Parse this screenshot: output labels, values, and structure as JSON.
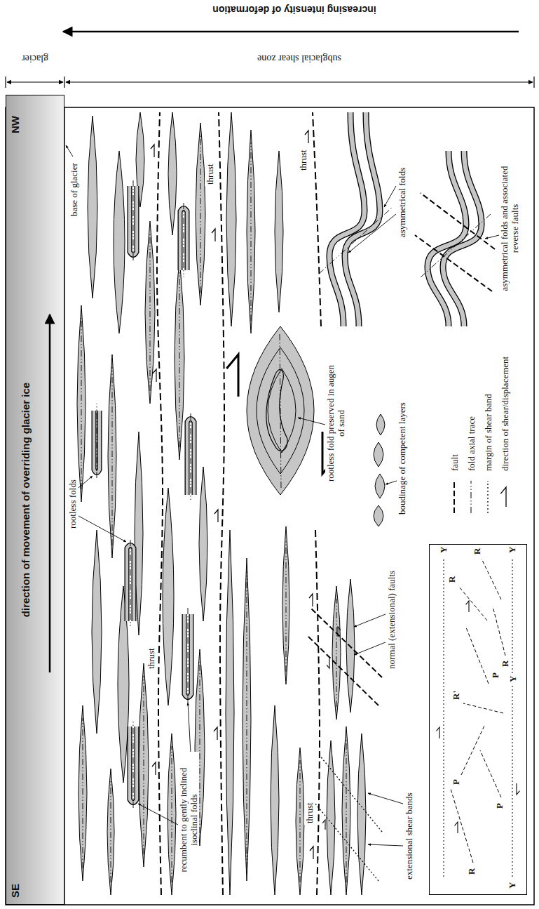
{
  "diagram": {
    "nodes": [
      {
        "text": [
          "direction of movement of overriding glacier ice"
        ]
      },
      {
        "text": [
          "R",
          "Y",
          "P",
          "R'",
          "P",
          "R",
          "R",
          "Y",
          "P",
          "Y",
          "R",
          "Y"
        ]
      }
    ],
    "labels": [
      "increasing intensity of deformation",
      "glacier",
      "subglacial shear zone",
      "SE",
      "NW",
      "base of glacier",
      "rootless folds",
      "recumbent to gently inclined isoclinal folds",
      "thrust",
      "thrust",
      "thrust",
      "thrust",
      "normal (extensional) faults",
      "asymmetrical folds",
      "rootless fold preserved in augen of sand",
      "boudinage of competent layers",
      "asymmetrical folds and associated reverse faults",
      "extensional shear bands"
    ],
    "legend": [
      {
        "text": "fault"
      },
      {
        "text": "fold axial trace"
      },
      {
        "text": "margin of shear band"
      },
      {
        "text": "direction of shear/displacement"
      }
    ]
  }
}
